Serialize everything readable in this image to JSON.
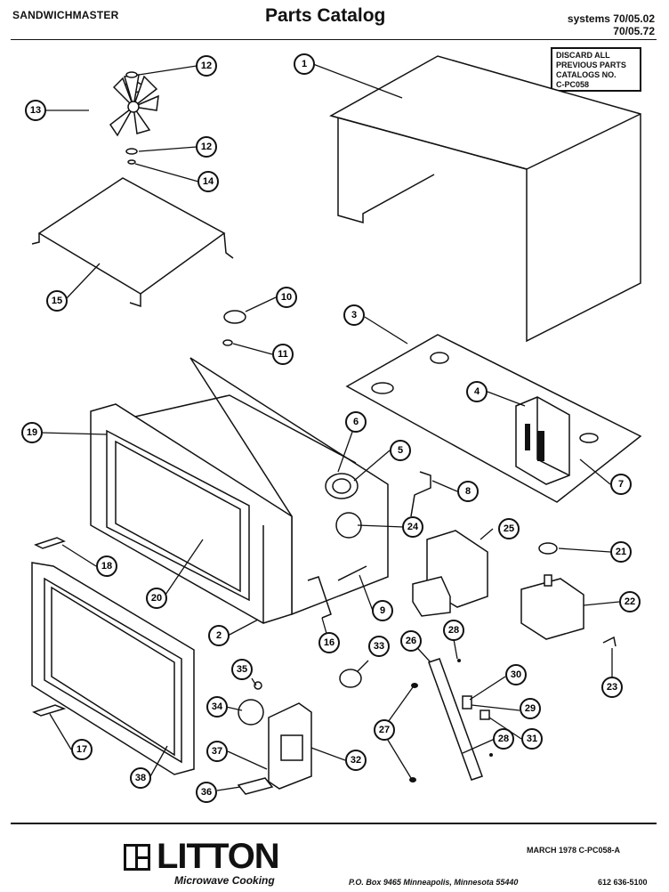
{
  "header": {
    "product": "SANDWICHMASTER",
    "title": "Parts Catalog",
    "systems_line1": "systems 70/05.02",
    "systems_line2": "70/05.72"
  },
  "notice": {
    "line1": "DISCARD ALL",
    "line2": "PREVIOUS PARTS",
    "line3": "CATALOGS NO.",
    "line4": "C-PC058"
  },
  "callouts": [
    "1",
    "2",
    "3",
    "4",
    "5",
    "6",
    "7",
    "8",
    "9",
    "10",
    "11",
    "12",
    "12",
    "13",
    "14",
    "15",
    "16",
    "17",
    "18",
    "19",
    "20",
    "21",
    "22",
    "23",
    "24",
    "25",
    "26",
    "27",
    "28",
    "28",
    "29",
    "30",
    "31",
    "32",
    "33",
    "34",
    "35",
    "36",
    "37",
    "38"
  ],
  "footer": {
    "brand": "LITTON",
    "tagline": "Microwave Cooking",
    "date_code": "MARCH 1978  C-PC058-A",
    "address": "P.O. Box 9465   Minneapolis, Minnesota 55440",
    "phone": "612   636-5100"
  }
}
